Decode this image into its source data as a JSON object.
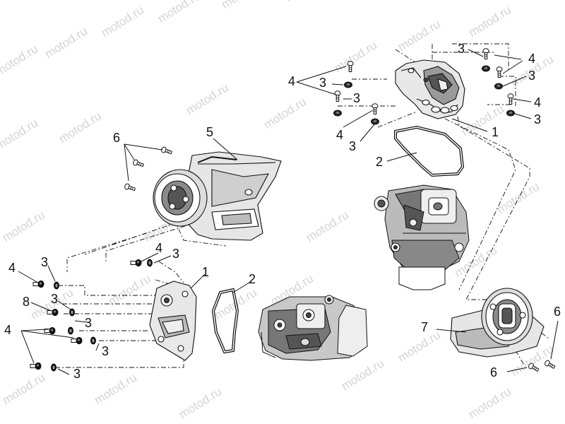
{
  "watermark": "motod.ru",
  "callout_labels": {
    "one": "1",
    "two": "2",
    "three": "3",
    "four": "4",
    "five": "5",
    "six": "6",
    "seven": "7",
    "eight": "8"
  },
  "colors": {
    "line": "#111111",
    "watermark": "#d4d4d4",
    "fill_light": "#eeeeee",
    "fill_mid": "#bdbdbd",
    "fill_dark": "#6e6e6e"
  }
}
